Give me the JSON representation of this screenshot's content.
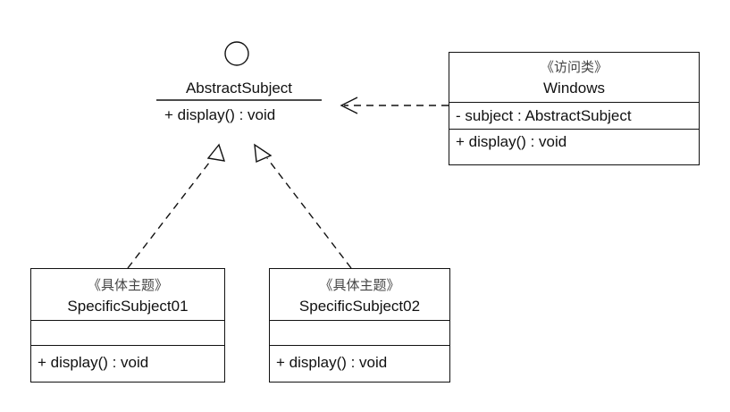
{
  "diagram": {
    "interface": {
      "name": "AbstractSubject",
      "operations": [
        "+ display() : void"
      ]
    },
    "classes": [
      {
        "id": "windows",
        "stereotype": "《访问类》",
        "name": "Windows",
        "attributes": [
          "- subject : AbstractSubject"
        ],
        "operations": [
          "+ display() : void"
        ]
      },
      {
        "id": "specific01",
        "stereotype": "《具体主题》",
        "name": "SpecificSubject01",
        "attributes": [],
        "operations": [
          "+ display() : void"
        ]
      },
      {
        "id": "specific02",
        "stereotype": "《具体主题》",
        "name": "SpecificSubject02",
        "attributes": [],
        "operations": [
          "+ display() : void"
        ]
      }
    ],
    "relations": [
      {
        "type": "dependency",
        "from": "windows",
        "to": "interface"
      },
      {
        "type": "realization",
        "from": "specific01",
        "to": "interface"
      },
      {
        "type": "realization",
        "from": "specific02",
        "to": "interface"
      }
    ],
    "line_color": "#111111",
    "stereotype_color": "#444444"
  }
}
